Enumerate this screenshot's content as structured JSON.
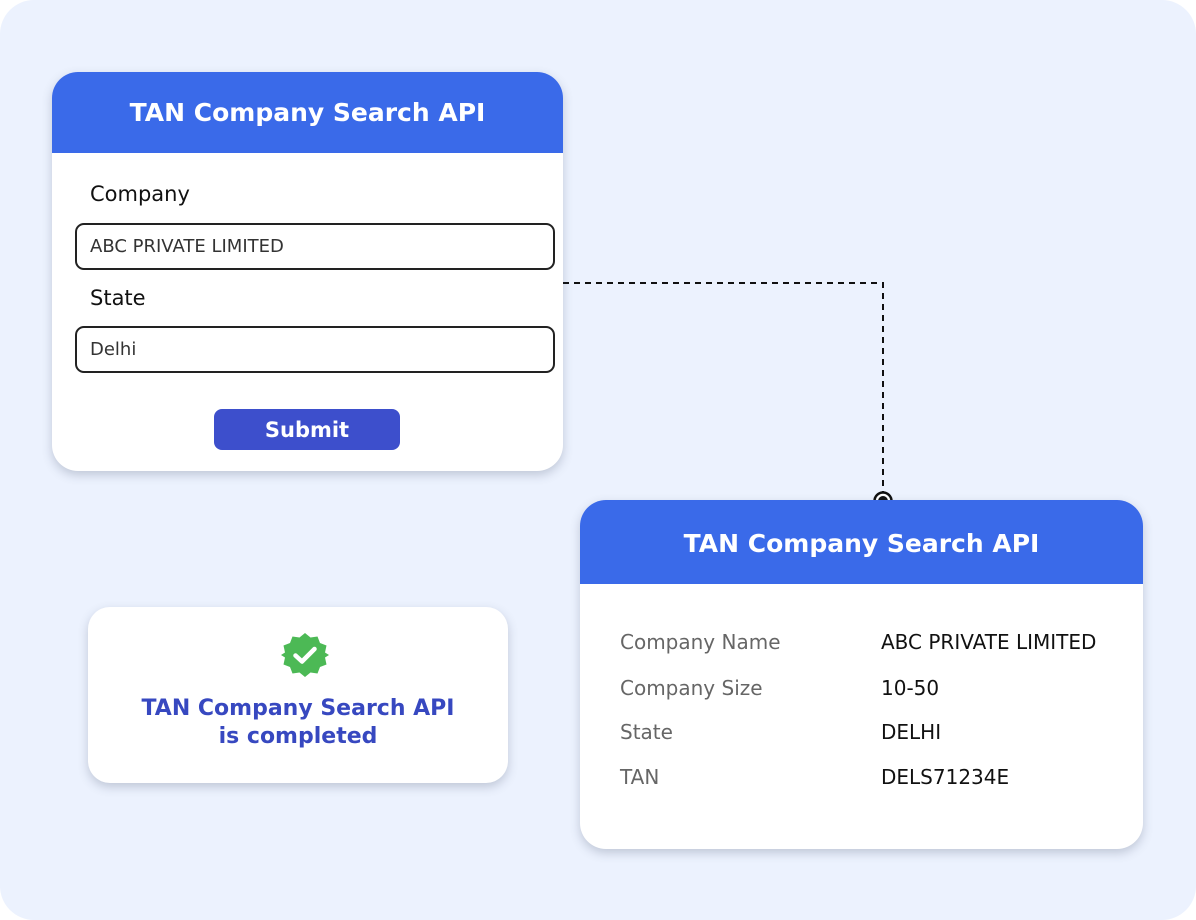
{
  "form_card": {
    "title": "TAN Company Search API",
    "company_label": "Company",
    "company_value": "ABC PRIVATE LIMITED",
    "state_label": "State",
    "state_value": "Delhi",
    "submit_label": "Submit"
  },
  "status_card": {
    "line1": "TAN Company Search API",
    "line2": "is completed",
    "icon": "verified-check-icon"
  },
  "result_card": {
    "title": "TAN Company Search API",
    "rows": [
      {
        "label": "Company Name",
        "value": "ABC PRIVATE LIMITED"
      },
      {
        "label": "Company Size",
        "value": "10-50"
      },
      {
        "label": "State",
        "value": "DELHI"
      },
      {
        "label": "TAN",
        "value": "DELS71234E"
      }
    ]
  },
  "colors": {
    "background": "#ecf2fe",
    "header": "#3a6ae9",
    "button": "#3d4fcc",
    "status_text": "#3748c0",
    "badge": "#4cb955"
  }
}
